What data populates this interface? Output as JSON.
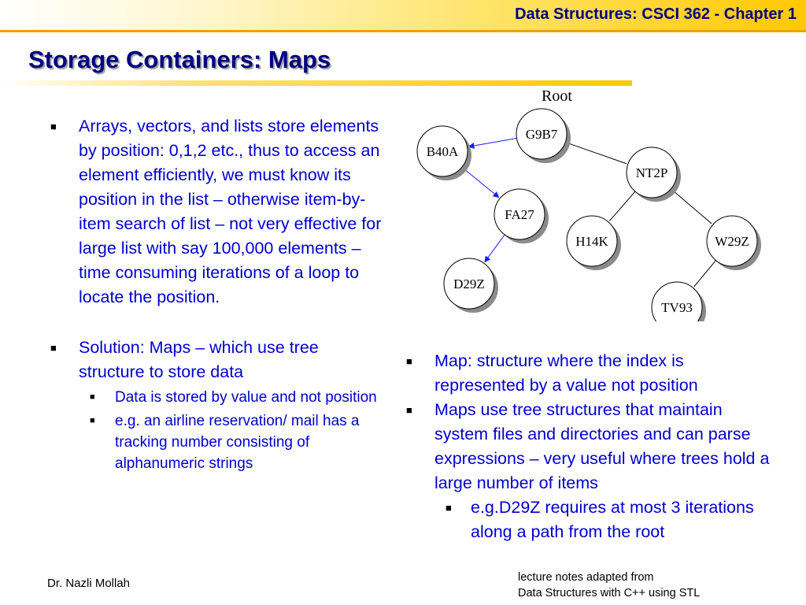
{
  "header": {
    "course": "Data Structures:  CSCI 362 - Chapter 1"
  },
  "slide": {
    "title": "Storage Containers:  Maps"
  },
  "left": {
    "bullets": [
      "Arrays, vectors, and lists store elements by position:  0,1,2 etc., thus to access an element efficiently, we must know its position in the list – otherwise item-by-item search of list – not very effective for large list with say 100,000 elements – time consuming iterations of a loop to locate the position.",
      "Solution:  Maps – which use tree structure to store data"
    ],
    "subbullets": [
      "Data is stored by value and not position",
      "e.g. an airline reservation/ mail has a tracking number consisting of alphanumeric strings"
    ]
  },
  "right": {
    "bullets": [
      "Map:  structure where the index is represented by a value not position",
      "Maps use tree structures that maintain system files and directories and can parse expressions – very useful where trees hold a large number of items"
    ],
    "subbullets": [
      "e.g.D29Z requires at most 3 iterations along a path from the root"
    ]
  },
  "tree": {
    "root_label": "Root",
    "nodes": [
      "G9B7",
      "B40A",
      "NT2P",
      "FA27",
      "H14K",
      "W29Z",
      "D29Z",
      "TV93"
    ],
    "edges": [
      {
        "from": "G9B7",
        "to": "B40A",
        "highlighted": true
      },
      {
        "from": "G9B7",
        "to": "NT2P",
        "highlighted": false
      },
      {
        "from": "B40A",
        "to": "FA27",
        "highlighted": true
      },
      {
        "from": "NT2P",
        "to": "H14K",
        "highlighted": false
      },
      {
        "from": "NT2P",
        "to": "W29Z",
        "highlighted": false
      },
      {
        "from": "FA27",
        "to": "D29Z",
        "highlighted": true
      },
      {
        "from": "W29Z",
        "to": "TV93",
        "highlighted": false
      }
    ],
    "colors": {
      "highlight": "#1a1aff",
      "edge": "#000000",
      "node_fill": "#ffffff",
      "shadow": "#8a8a8a"
    }
  },
  "footer": {
    "author": "Dr. Nazli Mollah",
    "credit_line1": "lecture notes adapted from",
    "credit_line2": "Data Structures with C++ using STL"
  }
}
